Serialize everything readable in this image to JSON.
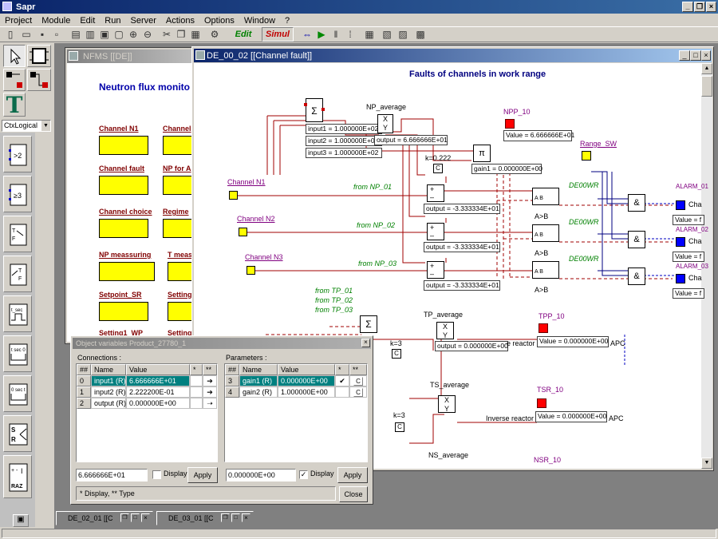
{
  "app": {
    "title": "Sapr"
  },
  "menu": [
    "Project",
    "Module",
    "Edit",
    "Run",
    "Server",
    "Actions",
    "Options",
    "Window",
    "?"
  ],
  "toolbar": {
    "edit_label": "Edit",
    "simul_label": "Simul"
  },
  "palette": {
    "dropdown_value": "CtxLogical",
    "text_tool": "T",
    "items": [
      ">2",
      "≥3",
      "T F",
      "T F",
      "t_sec",
      "t_sec 0",
      "0_sec t",
      "S R",
      "+ - I RAZ"
    ]
  },
  "nfms_window": {
    "title": "NFMS [[DE]]",
    "heading": "Neutron flux monito",
    "labels": [
      "Channel N1",
      "Channel",
      "Channel fault",
      "NP for A",
      "Channel choice",
      "Regime",
      "NP meassuring",
      "T meas",
      "Setpoint_SR",
      "Setting",
      "Setting1_WP",
      "Setting"
    ]
  },
  "diagram_window": {
    "title": "DE_00_02 [[Channel fault]]",
    "heading": "Faults of channels in work range",
    "np_average": "NP_average",
    "inputs": [
      "input1 = 1.000000E+02",
      "input2 = 1.000000E+02",
      "input3 = 1.000000E+02"
    ],
    "np_output": "output = 6.666666E+01",
    "npp_label": "NPP_10",
    "npp_value": "Value = 6.666666E+01",
    "k_const": "k=0.222",
    "gain_value": "gain1 = 0.000000E+00",
    "range_sw": "Range_SW",
    "channels": [
      "Channel N1",
      "Channel N2",
      "Channel N3"
    ],
    "from_np": [
      "from NP_01",
      "from NP_02",
      "from NP_03"
    ],
    "diff_outputs": [
      "output = -3.333334E+01",
      "output = -3.333334E+01",
      "output = -3.333334E+01"
    ],
    "de_labels": [
      "DE00WR",
      "DE00WR",
      "DE00WR"
    ],
    "cmp_label": "A>B",
    "and_label": "&",
    "alarms": [
      "ALARM_01",
      "ALARM_02",
      "ALARM_03"
    ],
    "alarm_text": "Cha",
    "alarm_values": [
      "Value = f",
      "Value = f",
      "Value = f"
    ],
    "from_tp": [
      "from TP_01",
      "from TP_02",
      "from TP_03"
    ],
    "tp_average": "TP_average",
    "tp_output": "output = 0.000000E+00",
    "tpp_label": "TPP_10",
    "tpp_value": "Value = 0.000000E+00",
    "k3": "k=3",
    "reactor_text": "e reactor",
    "apc": "APC",
    "ts_average": "TS_average",
    "tsr_label": "TSR_10",
    "tsr_value": "Value = 0.000000E+00",
    "inverse_reactor": "Inverse reactor",
    "ns_average": "NS_average",
    "nsr_label": "NSR_10"
  },
  "objvars": {
    "title": "Object variables Product_27780_1",
    "connections_label": "Connections :",
    "parameters_label": "Parameters :",
    "conn_headers": [
      "##",
      "Name",
      "Value",
      "*",
      "**"
    ],
    "conn_rows": [
      {
        "n": "0",
        "name": "input1 (R)",
        "value": "6.666666E+01"
      },
      {
        "n": "1",
        "name": "input2 (R)",
        "value": "2.222200E-01"
      },
      {
        "n": "2",
        "name": "output (R)",
        "value": "0.000000E+00"
      }
    ],
    "param_headers": [
      "##",
      "Name",
      "Value",
      "*",
      "**"
    ],
    "param_rows": [
      {
        "n": "3",
        "name": "gain1 (R)",
        "value": "0.000000E+00",
        "star": "✔",
        "type": "C"
      },
      {
        "n": "4",
        "name": "gain2 (R)",
        "value": "1.000000E+00",
        "star": "",
        "type": "C"
      }
    ],
    "conn_edit_value": "6.666666E+01",
    "param_edit_value": "0.000000E+00",
    "display_label": "Display",
    "apply_label": "Apply",
    "footnote": "* Display, ** Type",
    "close_label": "Close"
  },
  "taskbar": [
    "DE_02_01 [[C",
    "DE_03_01 [[C"
  ]
}
